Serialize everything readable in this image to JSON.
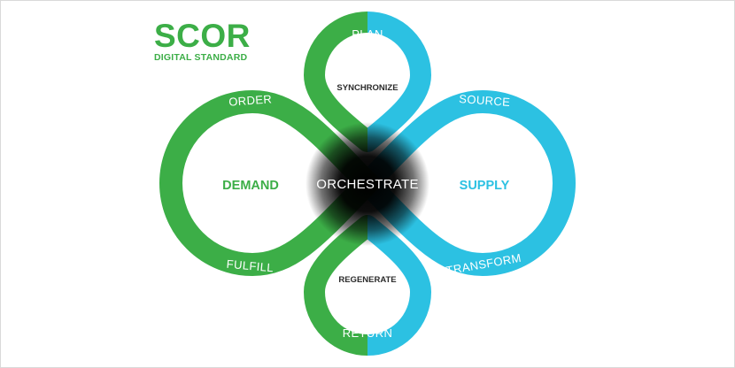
{
  "brand": {
    "title": "SCOR",
    "subtitle": "DIGITAL STANDARD"
  },
  "colors": {
    "green": "#3cae47",
    "blue": "#2cc1e2",
    "core": "#000000",
    "background": "#ffffff"
  },
  "diagram": {
    "center_label": "ORCHESTRATE",
    "left_label": "DEMAND",
    "right_label": "SUPPLY",
    "top_inner_label": "SYNCHRONIZE",
    "bottom_inner_label": "REGENERATE",
    "ring_labels": {
      "plan": "PLAN",
      "order": "ORDER",
      "source": "SOURCE",
      "fulfill": "FULFILL",
      "transform": "TRANSFORM",
      "return": "RETURN"
    }
  }
}
